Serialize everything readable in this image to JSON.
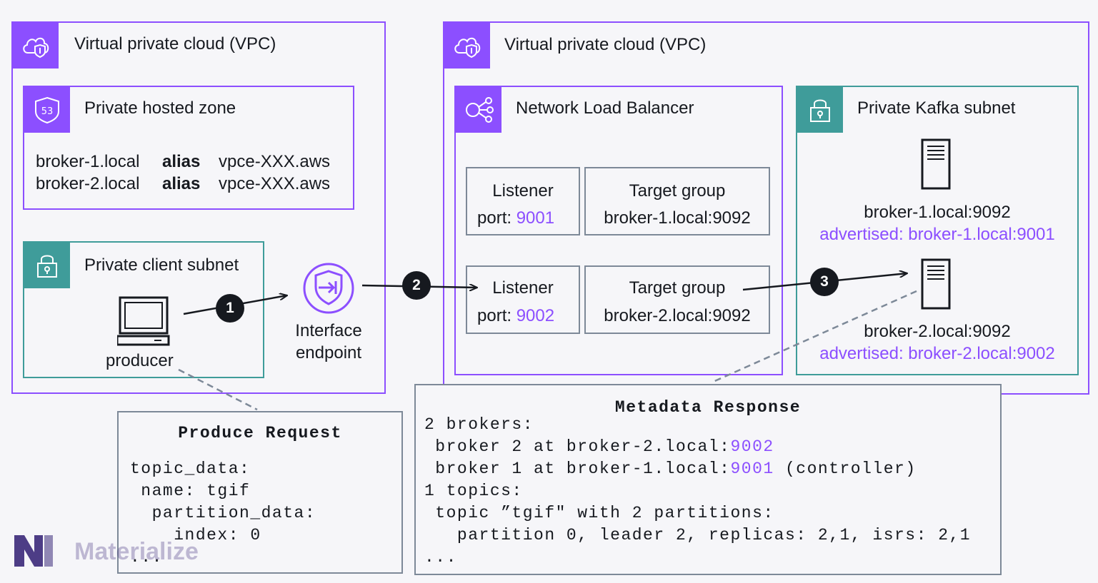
{
  "colors": {
    "purple": "#8c4fff",
    "teal": "#3f9c9a",
    "grey": "#7d8998",
    "dark": "#16191f"
  },
  "vpc_left": {
    "title": "Virtual private cloud (VPC)",
    "icon": "cloud-shield-icon",
    "hosted_zone": {
      "title": "Private hosted zone",
      "icon": "route53-shield-icon",
      "badge": "53",
      "records": [
        {
          "name": "broker-1.local",
          "type": "alias",
          "target": "vpce-XXX.aws"
        },
        {
          "name": "broker-2.local",
          "type": "alias",
          "target": "vpce-XXX.aws"
        }
      ]
    },
    "client_subnet": {
      "title": "Private client subnet",
      "icon": "lock-icon",
      "producer_label": "producer"
    },
    "endpoint": {
      "label_line1": "Interface",
      "label_line2": "endpoint",
      "icon": "interface-endpoint-icon"
    }
  },
  "vpc_right": {
    "title": "Virtual private cloud (VPC)",
    "icon": "cloud-shield-icon",
    "nlb": {
      "title": "Network Load Balancer",
      "icon": "load-balancer-icon",
      "listeners": [
        {
          "label": "Listener",
          "port_prefix": "port: ",
          "port": "9001"
        },
        {
          "label": "Listener",
          "port_prefix": "port: ",
          "port": "9002"
        }
      ],
      "target_groups": [
        {
          "label": "Target group",
          "target": "broker-1.local:9092"
        },
        {
          "label": "Target group",
          "target": "broker-2.local:9092"
        }
      ]
    },
    "kafka_subnet": {
      "title": "Private Kafka subnet",
      "icon": "lock-icon",
      "brokers": [
        {
          "host": "broker-1.local:9092",
          "advertised": "advertised: broker-1.local:9001"
        },
        {
          "host": "broker-2.local:9092",
          "advertised": "advertised: broker-2.local:9002"
        }
      ]
    }
  },
  "steps": [
    "1",
    "2",
    "3"
  ],
  "produce_request": {
    "title": "Produce Request",
    "lines": [
      "topic_data:",
      " name: tgif",
      "  partition_data:",
      "    index: 0",
      "..."
    ]
  },
  "metadata_response": {
    "title": "Metadata Response",
    "line1": "2 brokers:",
    "line2_pre": " broker 2 at broker-2.local:",
    "line2_port": "9002",
    "line3_pre": " broker 1 at broker-1.local:",
    "line3_port": "9001",
    "line3_post": " (controller)",
    "line4": "1 topics:",
    "line5": " topic ”tgif\" with 2 partitions:",
    "line6": "   partition 0, leader 2, replicas: 2,1, isrs: 2,1",
    "line7": "..."
  },
  "logo": {
    "text": "Materialize",
    "icon": "materialize-logo-icon"
  }
}
